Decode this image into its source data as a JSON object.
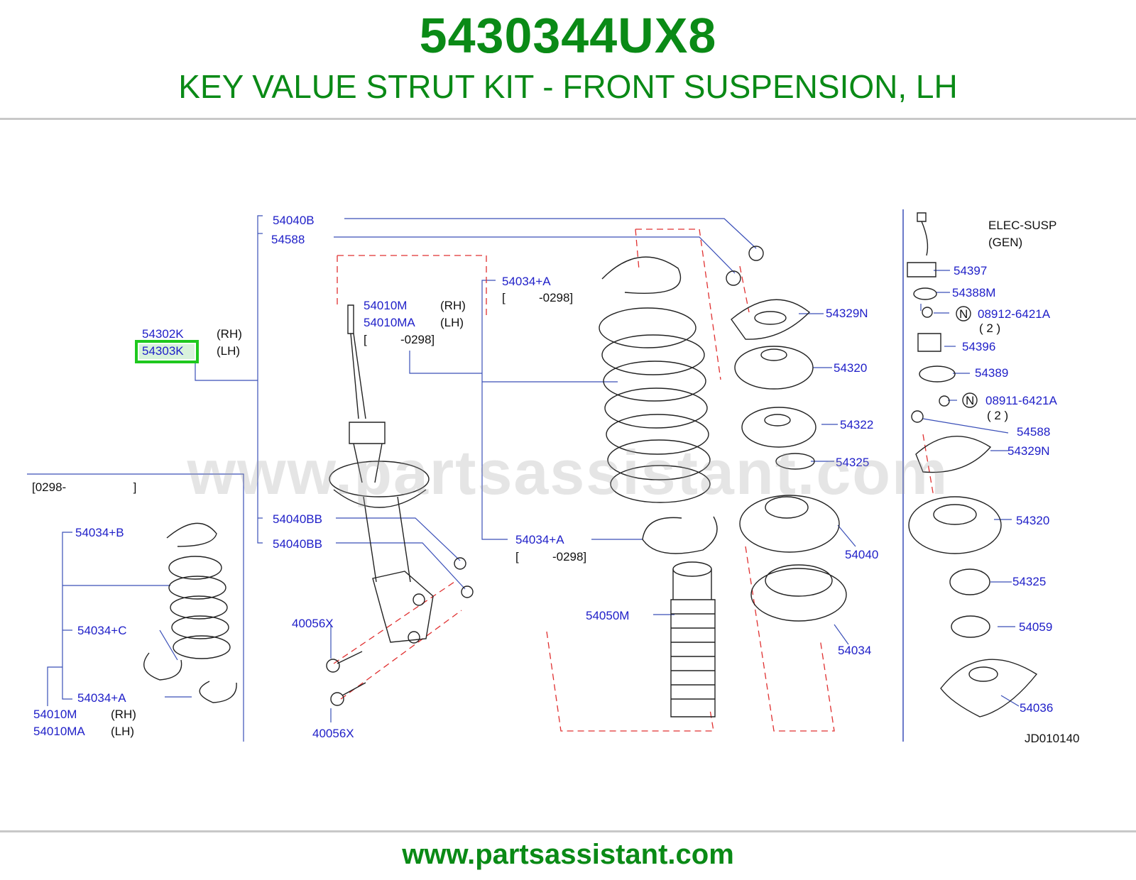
{
  "header": {
    "part_number": "5430344UX8",
    "title": "KEY VALUE STRUT KIT - FRONT SUSPENSION, LH"
  },
  "diagram": {
    "highlight_color": "#1ec81e",
    "labels": {
      "p54040B": "54040B",
      "p54588_top": "54588",
      "p54302K": "54302K",
      "p54302K_side": "(RH)",
      "p54303K": "54303K",
      "p54303K_side": "(LH)",
      "p54010M": "54010M",
      "p54010M_side": "(RH)",
      "p54010MA": "54010MA",
      "p54010MA_side": "(LH)",
      "range_0298_a": "[          -0298]",
      "p54034A_top": "54034+A",
      "range_0298_b": "[          -0298]",
      "range_0298_c": "[          -0298]",
      "range_0298_start": "[0298-                    ]",
      "p54040BB_1": "54040BB",
      "p54040BB_2": "54040BB",
      "p54034A_mid": "54034+A",
      "p40056X_1": "40056X",
      "p40056X_2": "40056X",
      "p54050M": "54050M",
      "p54329N": "54329N",
      "p54320": "54320",
      "p54322": "54322",
      "p54325": "54325",
      "p54040": "54040",
      "p54034": "54034",
      "p54034B": "54034+B",
      "p54034C": "54034+C",
      "p54034A_left": "54034+A",
      "p54010M_left": "54010M",
      "p54010M_left_side": "(RH)",
      "p54010MA_left": "54010MA",
      "p54010MA_left_side": "(LH)",
      "elec_susp": "ELEC-SUSP",
      "elec_gen": "(GEN)",
      "p54397": "54397",
      "p54388M": "54388M",
      "n1": "N",
      "p08912": "08912-6421A",
      "qty1": "( 2 )",
      "p54396": "54396",
      "p54389": "54389",
      "n2": "N",
      "p08911": "08911-6421A",
      "qty2": "( 2 )",
      "p54588_r": "54588",
      "p54329N_r": "54329N",
      "p54320_r": "54320",
      "p54325_r": "54325",
      "p54059": "54059",
      "p54036": "54036",
      "diagram_id": "JD010140"
    }
  },
  "watermark": "www.partsassistant.com",
  "footer": {
    "url": "www.partsassistant.com"
  }
}
